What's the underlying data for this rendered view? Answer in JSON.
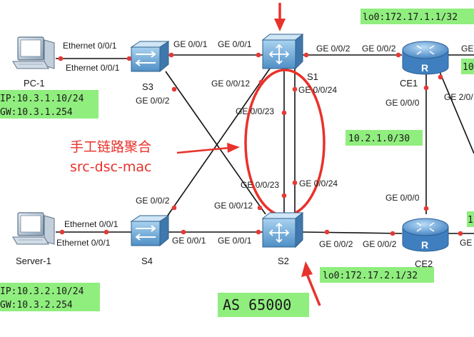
{
  "colors": {
    "accent_red": "#e8322b",
    "label_green": "#90ee7e",
    "switch_blue": "#6aa9d8",
    "router_blue": "#4a8fd0",
    "link": "#111111",
    "port_dot": "#e53935"
  },
  "devices": {
    "pc1": "PC-1",
    "server1": "Server-1",
    "s1": "S1",
    "s2": "S2",
    "s3": "S3",
    "s4": "S4",
    "ce1": "CE1",
    "ce2": "CE2"
  },
  "ports": {
    "pc1_eth": "Ethernet 0/0/1",
    "s3_eth": "Ethernet 0/0/1",
    "s3_to_s1": "GE 0/0/1",
    "s1_to_s3": "GE 0/0/1",
    "s1_to_ce1": "GE 0/0/2",
    "ce1_to_s1": "GE 0/0/2",
    "s1_ge12": "GE 0/0/12",
    "s3_ge2": "GE 0/0/2",
    "s1_ge24": "GE 0/0/24",
    "s1_ge23": "GE 0/0/23",
    "ce1_ge0": "GE 0/0/0",
    "ce1_ge2_0": "GE 2/0/",
    "s2_ge23": "GE 0/0/23",
    "s2_ge24": "GE 0/0/24",
    "s4_ge2": "GE 0/0/2",
    "s2_ge12": "GE 0/0/12",
    "ce2_ge0": "GE 0/0/0",
    "server_eth": "Ethernet 0/0/1",
    "s4_eth": "Ethernet 0/0/1",
    "s4_to_s2": "GE 0/0/1",
    "s2_to_s4": "GE 0/0/1",
    "s2_to_ce2": "GE 0/0/2",
    "ce2_to_s2": "GE 0/0/2",
    "ce2_right": "GE"
  },
  "addresses": {
    "pc1_ip": "IP:10.3.1.10/24",
    "pc1_gw": "GW:10.3.1.254",
    "server_ip": "IP:10.3.2.10/24",
    "server_gw": "GW:10.3.2.254",
    "ce1_lo0": "lo0:172.17.1.1/32",
    "ce2_lo0": "lo0:172.17.2.1/32",
    "ce_link_net": "10.2.1.0/30",
    "ce1_right_cut": "10",
    "ce2_right_cut": "1",
    "as_label": "AS 65000"
  },
  "annotation": {
    "line1": "手工链路聚合",
    "line2": "src-dsc-mac"
  }
}
